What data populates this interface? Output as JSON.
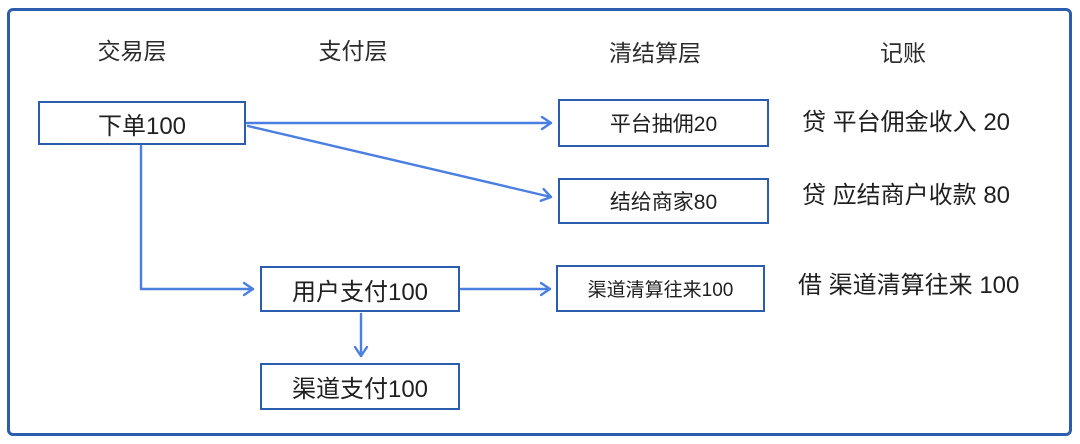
{
  "diagram": {
    "columns": [
      {
        "id": "transaction-layer",
        "label": "交易层"
      },
      {
        "id": "payment-layer",
        "label": "支付层"
      },
      {
        "id": "clearing-settlement-layer",
        "label": "清结算层"
      },
      {
        "id": "bookkeeping",
        "label": "记账"
      }
    ],
    "nodes": {
      "order": {
        "label": "下单100",
        "column": "transaction-layer"
      },
      "platform_commission": {
        "label": "平台抽佣20",
        "column": "clearing-settlement-layer"
      },
      "settle_merchant": {
        "label": "结给商家80",
        "column": "clearing-settlement-layer"
      },
      "user_pay": {
        "label": "用户支付100",
        "column": "payment-layer"
      },
      "channel_clearing": {
        "label": "渠道清算往来100",
        "column": "clearing-settlement-layer"
      },
      "channel_pay": {
        "label": "渠道支付100",
        "column": "payment-layer"
      }
    },
    "ledger_entries": [
      {
        "text": "贷 平台佣金收入 20"
      },
      {
        "text": "贷 应结商户收款 80"
      },
      {
        "text": "借 渠道清算往来 100"
      }
    ],
    "edges": [
      {
        "from": "order",
        "to": "platform_commission"
      },
      {
        "from": "order",
        "to": "settle_merchant"
      },
      {
        "from": "order",
        "to": "user_pay"
      },
      {
        "from": "user_pay",
        "to": "channel_clearing"
      },
      {
        "from": "user_pay",
        "to": "channel_pay"
      }
    ],
    "colors": {
      "frame_border": "#2B5CAE",
      "box_border": "#2B5CAE",
      "arrow": "#4A7EE0",
      "text": "#1F1F1F",
      "background": "#FFFFFF"
    }
  }
}
